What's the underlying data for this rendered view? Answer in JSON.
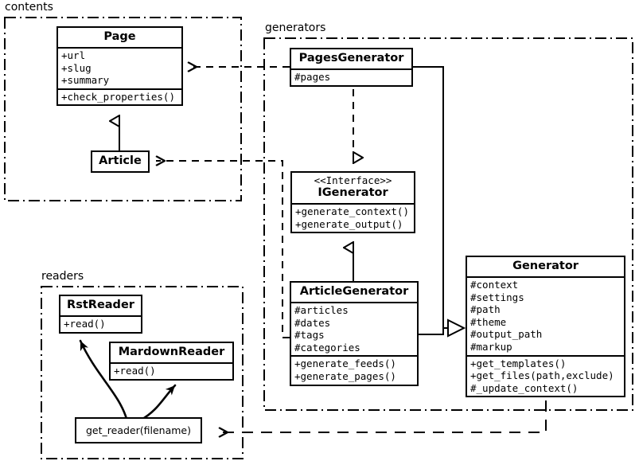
{
  "diagram": {
    "title": "Pelican architecture UML class diagram",
    "line_color": "#000000",
    "background": "#ffffff"
  },
  "packages": [
    {
      "id": "contents",
      "label": "contents"
    },
    {
      "id": "generators",
      "label": "generators"
    },
    {
      "id": "readers",
      "label": "readers"
    }
  ],
  "classes": {
    "page": {
      "name": "Page",
      "attributes": [
        "+url",
        "+slug",
        "+summary"
      ],
      "methods": [
        "+check_properties()"
      ]
    },
    "article": {
      "name": "Article",
      "attributes": [],
      "methods": []
    },
    "pages_generator": {
      "name": "PagesGenerator",
      "attributes": [
        "#pages"
      ],
      "methods": []
    },
    "igenerator": {
      "stereotype": "<<Interface>>",
      "name": "IGenerator",
      "attributes": [],
      "methods": [
        "+generate_context()",
        "+generate_output()"
      ]
    },
    "article_generator": {
      "name": "ArticleGenerator",
      "attributes": [
        "#articles",
        "#dates",
        "#tags",
        "#categories"
      ],
      "methods": [
        "+generate_feeds()",
        "+generate_pages()"
      ]
    },
    "generator": {
      "name": "Generator",
      "attributes": [
        "#context",
        "#settings",
        "#path",
        "#theme",
        "#output_path",
        "#markup"
      ],
      "methods": [
        "+get_templates()",
        "+get_files(path,exclude)",
        "#_update_context()"
      ]
    },
    "rst_reader": {
      "name": "RstReader",
      "attributes": [],
      "methods": [
        "+read()"
      ]
    },
    "mardown_reader": {
      "name": "MardownReader",
      "attributes": [],
      "methods": [
        "+read()"
      ]
    },
    "get_reader": {
      "name": "get_reader(filename)"
    }
  },
  "relationships": [
    {
      "id": "article-generalizes-page",
      "type": "generalization",
      "from": "Article",
      "to": "Page"
    },
    {
      "id": "pagesgenerator-realizes-igenerator",
      "type": "realization",
      "from": "PagesGenerator",
      "to": "IGenerator"
    },
    {
      "id": "articlegenerator-realizes-igenerator",
      "type": "generalization",
      "from": "ArticleGenerator",
      "to": "IGenerator"
    },
    {
      "id": "pagesgenerator-extends-generator",
      "type": "generalization",
      "from": "PagesGenerator",
      "to": "Generator"
    },
    {
      "id": "articlegenerator-extends-generator",
      "type": "generalization",
      "from": "ArticleGenerator",
      "to": "Generator"
    },
    {
      "id": "pagesgenerator-uses-page",
      "type": "dependency",
      "from": "PagesGenerator",
      "to": "Page"
    },
    {
      "id": "articlegenerator-uses-article",
      "type": "dependency",
      "from": "ArticleGenerator",
      "to": "Article"
    },
    {
      "id": "generator-uses-get-reader",
      "type": "dependency",
      "from": "Generator",
      "to": "get_reader(filename)"
    },
    {
      "id": "get-reader-creates-rstreader",
      "type": "create",
      "from": "get_reader(filename)",
      "to": "RstReader"
    },
    {
      "id": "get-reader-creates-mardownreader",
      "type": "create",
      "from": "get_reader(filename)",
      "to": "MardownReader"
    }
  ]
}
